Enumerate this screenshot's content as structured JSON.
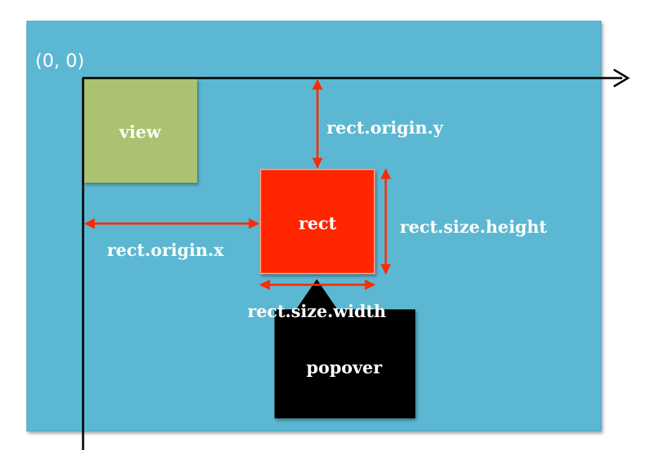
{
  "diagram": {
    "origin_label": "(0, 0)",
    "view_label": "view",
    "rect_label": "rect",
    "popover_label": "popover",
    "origin_y_label": "rect.origin.y",
    "origin_x_label": "rect.origin.x",
    "size_height_label": "rect.size.height",
    "size_width_label": "rect.size.width"
  },
  "colors": {
    "background": "#5bb8d2",
    "view": "#abc36f",
    "rect": "#ff2600",
    "popover": "#000000",
    "axis": "#000000",
    "measure_arrow": "#ff2a00",
    "text": "#ffffff"
  }
}
